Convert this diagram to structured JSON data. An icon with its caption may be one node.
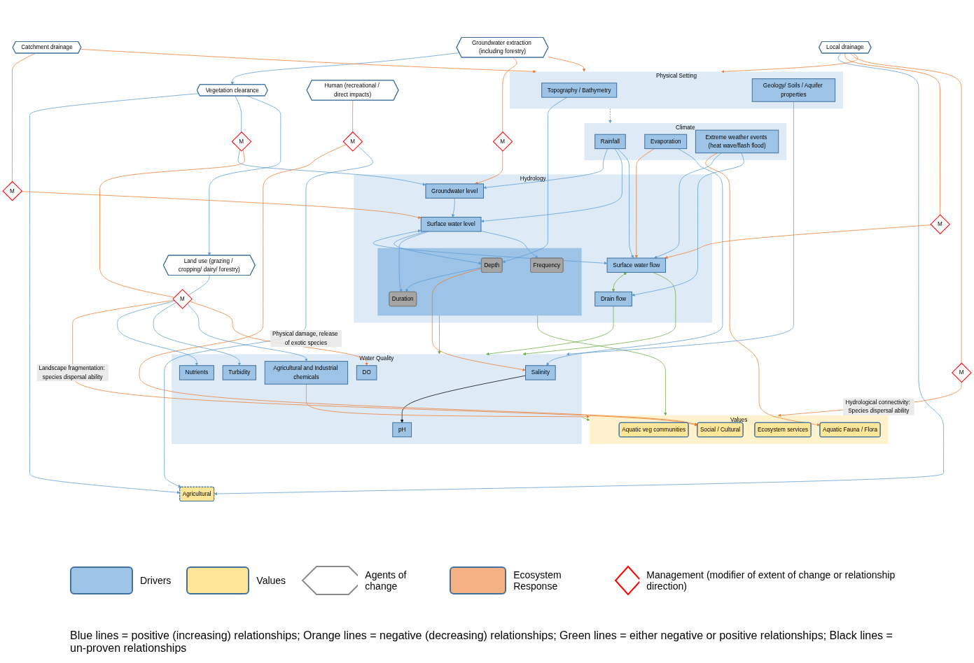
{
  "diagram": {
    "nodes": [
      {
        "text": [
          "Climate"
        ]
      },
      {
        "text": [
          "Rainfall"
        ],
        "in": 0
      },
      {
        "text": [
          "Evaporation"
        ],
        "in": 0
      },
      {
        "text": [
          "Extreme weather events (heat wave/flash flood)"
        ],
        "in": 0
      },
      {
        "text": [
          "Physical Setting"
        ]
      },
      {
        "text": [
          "Topography / Bathymetry"
        ],
        "in": 4
      },
      {
        "text": [
          "Geology/ Soils / Aquifer properties"
        ],
        "in": 4
      },
      {
        "text": [
          "Hydrology"
        ]
      },
      {
        "text": [
          "Groundwater level"
        ],
        "in": 7
      },
      {
        "text": [
          "Surface water level"
        ],
        "in": 7
      },
      {
        "text": [
          "Surface water flow"
        ],
        "in": 7
      },
      {
        "text": [
          "Drain flow"
        ],
        "in": 7
      },
      {
        "text": [],
        "shape": "box",
        "in": 7
      },
      {
        "text": [
          "Depth"
        ],
        "in": 12
      },
      {
        "text": [
          "Duration"
        ],
        "in": 12
      },
      {
        "text": [
          "Frequency"
        ],
        "in": 12
      },
      {
        "text": [
          "Water Quality"
        ]
      },
      {
        "text": [
          "Salinity"
        ],
        "in": 16
      },
      {
        "text": [
          "pH"
        ],
        "in": 16
      },
      {
        "text": [
          "Turbidity"
        ],
        "in": 16
      },
      {
        "text": [
          "Nutrients"
        ],
        "in": 16
      },
      {
        "text": [
          "DO"
        ],
        "in": 16
      },
      {
        "text": [
          "Agricultural and Industrial chemicals"
        ],
        "in": 16
      },
      {
        "text": [
          "Values"
        ]
      },
      {
        "text": [
          "Aquatic veg communities"
        ],
        "in": 23
      },
      {
        "text": [
          "Aquatic Fauna / Flora"
        ],
        "in": 23
      },
      {
        "text": [
          "Ecosystem services"
        ],
        "in": 23
      },
      {
        "text": [
          "Social / Cultural"
        ],
        "in": 23
      },
      {
        "text": [
          "Agricultural"
        ]
      },
      {
        "text": [
          "Groundwater extraction (including forestry)"
        ]
      },
      {
        "text": [
          "M"
        ]
      },
      {
        "text": [
          "Catchment drainage"
        ]
      },
      {
        "text": [
          "M"
        ]
      },
      {
        "text": [
          "Local drainage"
        ]
      },
      {
        "text": [
          "M"
        ]
      },
      {
        "text": [
          "M"
        ]
      },
      {
        "text": [
          "Vegetation clearance"
        ]
      },
      {
        "text": [
          "M"
        ]
      },
      {
        "text": [
          "Land use (grazing / cropping/ dairy/ forestry)"
        ]
      },
      {
        "text": [
          "M"
        ]
      },
      {
        "text": [
          "Human (recreational / direct impacts)"
        ]
      },
      {
        "text": [
          "M"
        ]
      }
    ],
    "edges": [
      {
        "from": 4,
        "to": 0,
        "arrow": "to",
        "style": "dashed"
      },
      {
        "from": 29,
        "to": 4,
        "arrow": "to",
        "color": "#ed7d31"
      },
      {
        "from": 31,
        "to": 4,
        "arrow": "to",
        "color": "#ed7d31"
      },
      {
        "from": 33,
        "to": 4,
        "arrow": "to",
        "color": "#ed7d31"
      },
      {
        "from": 29,
        "to": 36,
        "arrow": "to"
      },
      {
        "from": 33,
        "to": 28,
        "arrow": "to"
      },
      {
        "from": 36,
        "to": 28,
        "arrow": "to"
      },
      {
        "from": 1,
        "to": 8,
        "arrow": "to"
      },
      {
        "from": 1,
        "to": 9,
        "arrow": "to"
      },
      {
        "from": 1,
        "to": 10,
        "arrow": "to"
      },
      {
        "from": 2,
        "to": 10,
        "arrow": "to",
        "color": "#ed7d31"
      },
      {
        "from": 2,
        "to": 17,
        "arrow": "to"
      },
      {
        "from": 3,
        "to": 25,
        "arrow": "to",
        "color": "#ed7d31"
      },
      {
        "from": 3,
        "to": 10,
        "arrow": "to"
      },
      {
        "from": 3,
        "to": 11,
        "arrow": "to"
      },
      {
        "from": 8,
        "to": 9,
        "arrow": "to"
      },
      {
        "from": 9,
        "to": 10,
        "arrow": "both"
      },
      {
        "from": 10,
        "to": 11,
        "arrow": "both",
        "color": "#70ad47"
      },
      {
        "from": 9,
        "to": 13,
        "arrow": "to"
      },
      {
        "from": 9,
        "to": 14,
        "arrow": "to"
      },
      {
        "from": 9,
        "to": 15,
        "arrow": "to"
      },
      {
        "from": 13,
        "to": 14,
        "arrow": "to"
      },
      {
        "from": 13,
        "to": 17,
        "arrow": "to",
        "color": "#ed7d31"
      },
      {
        "from": 12,
        "to": 16,
        "arrow": "to",
        "color": "#70ad47"
      },
      {
        "from": 12,
        "to": 23,
        "arrow": "to",
        "color": "#70ad47"
      },
      {
        "from": 10,
        "to": 16,
        "arrow": "to",
        "color": "#70ad47"
      },
      {
        "from": 11,
        "to": 16,
        "arrow": "to",
        "color": "#70ad47"
      },
      {
        "from": 16,
        "to": 23,
        "arrow": "to",
        "color": "#70ad47"
      },
      {
        "from": 22,
        "to": 23,
        "arrow": "to",
        "color": "#ed7d31"
      },
      {
        "from": 5,
        "to": 13,
        "arrow": "to"
      },
      {
        "from": 6,
        "to": 16,
        "arrow": "to"
      },
      {
        "from": 17,
        "to": 18,
        "arrow": "to",
        "color": "#000000"
      },
      {
        "from": 36,
        "to": 37,
        "arrow": "none"
      },
      {
        "from": 37,
        "to": 8,
        "arrow": "to"
      },
      {
        "from": 36,
        "to": 38,
        "arrow": "to"
      },
      {
        "from": 37,
        "to": 39,
        "arrow": "none",
        "color": "#ed7d31"
      },
      {
        "from": 39,
        "to": 27,
        "arrow": "to",
        "label": "Landscape fragmentation: species dispersal ability",
        "color": "#ed7d31"
      },
      {
        "from": 40,
        "to": 41,
        "arrow": "none",
        "color": "#ed7d31"
      },
      {
        "from": 41,
        "to": 27,
        "arrow": "to",
        "color": "#ed7d31"
      },
      {
        "from": 41,
        "to": 28,
        "arrow": "to",
        "label": "Physical damage, release of exotic species"
      },
      {
        "from": 38,
        "to": 39,
        "arrow": "none"
      },
      {
        "from": 39,
        "to": 20,
        "arrow": "to"
      },
      {
        "from": 39,
        "to": 19,
        "arrow": "to"
      },
      {
        "from": 39,
        "to": 22,
        "arrow": "to"
      },
      {
        "from": 39,
        "to": 21,
        "arrow": "to",
        "color": "#ed7d31"
      },
      {
        "from": 29,
        "to": 30,
        "arrow": "none",
        "color": "#ed7d31"
      },
      {
        "from": 30,
        "to": 8,
        "arrow": "to",
        "color": "#ed7d31"
      },
      {
        "from": 31,
        "to": 32,
        "arrow": "none",
        "color": "#ed7d31"
      },
      {
        "from": 32,
        "to": 9,
        "arrow": "to",
        "color": "#ed7d31"
      },
      {
        "from": 33,
        "to": 34,
        "arrow": "none",
        "color": "#ed7d31"
      },
      {
        "from": 34,
        "to": 10,
        "arrow": "to",
        "color": "#ed7d31"
      },
      {
        "from": 33,
        "to": 35,
        "arrow": "none",
        "color": "#ed7d31"
      },
      {
        "from": 35,
        "to": 23,
        "arrow": "to",
        "label": "Hydrological connectivity: Species dispersal ability",
        "color": "#ed7d31"
      }
    ],
    "legend": [
      {
        "text": "Drivers",
        "color": "#9dc3e6"
      },
      {
        "text": "Values",
        "color": "#ffe699"
      },
      {
        "text": "Agents of change"
      },
      {
        "text": "Ecosystem Response",
        "color": "#f4b183"
      },
      {
        "text": "Management (modifier of extent of change or relationship direction)"
      }
    ],
    "caption": "Blue lines = positive (increasing) relationships; Orange lines = negative (decreasing) relationships; Green lines = either negative or positive relationships; Black lines = un-proven relationships"
  }
}
